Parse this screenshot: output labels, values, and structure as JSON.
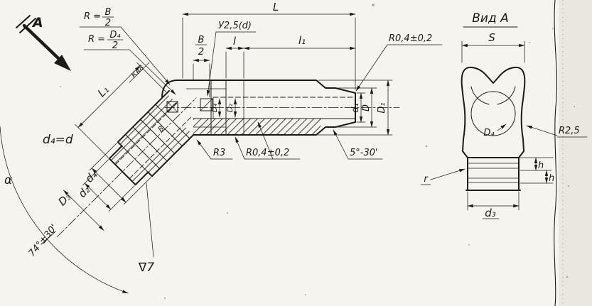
{
  "colors": {
    "ink": "#1d1b17",
    "paper": "#f5f4ee",
    "paper_edge": "#eae7de"
  },
  "view_arrow": {
    "label": "А"
  },
  "notes": {
    "radius1": {
      "prefix": "R =",
      "num": "B",
      "den": "2"
    },
    "radius2": {
      "prefix": "R =",
      "num": "D₄",
      "den": "2"
    },
    "thread": "У2,5(d)",
    "r04_top": "R0,4±0,2",
    "r3": "R3",
    "r04_bottom": "R0,4±0,2",
    "taper": "5°-30'",
    "finish": "∇7",
    "square": "Кв8"
  },
  "dims": {
    "L": "L",
    "B_num": "B",
    "B_den": "2",
    "l": "l",
    "l1": "l₁",
    "d1": "d₁",
    "D": "D",
    "D1": "D₁",
    "L1": "L₁",
    "d4_eq_d": "d₄=d",
    "d4": "d₄",
    "d2": "d₂",
    "D3": "D₃",
    "alpha": "α",
    "angle": "74°±30'",
    "bore_D4": "D₄",
    "bore_D2": "D₂",
    "bend_B": "B"
  },
  "view_a": {
    "title": "Вид А",
    "S": "S",
    "D4": "D₄",
    "R25": "R2,5",
    "r": "r",
    "h1": "h",
    "h2": "h",
    "d3": "d₃"
  }
}
